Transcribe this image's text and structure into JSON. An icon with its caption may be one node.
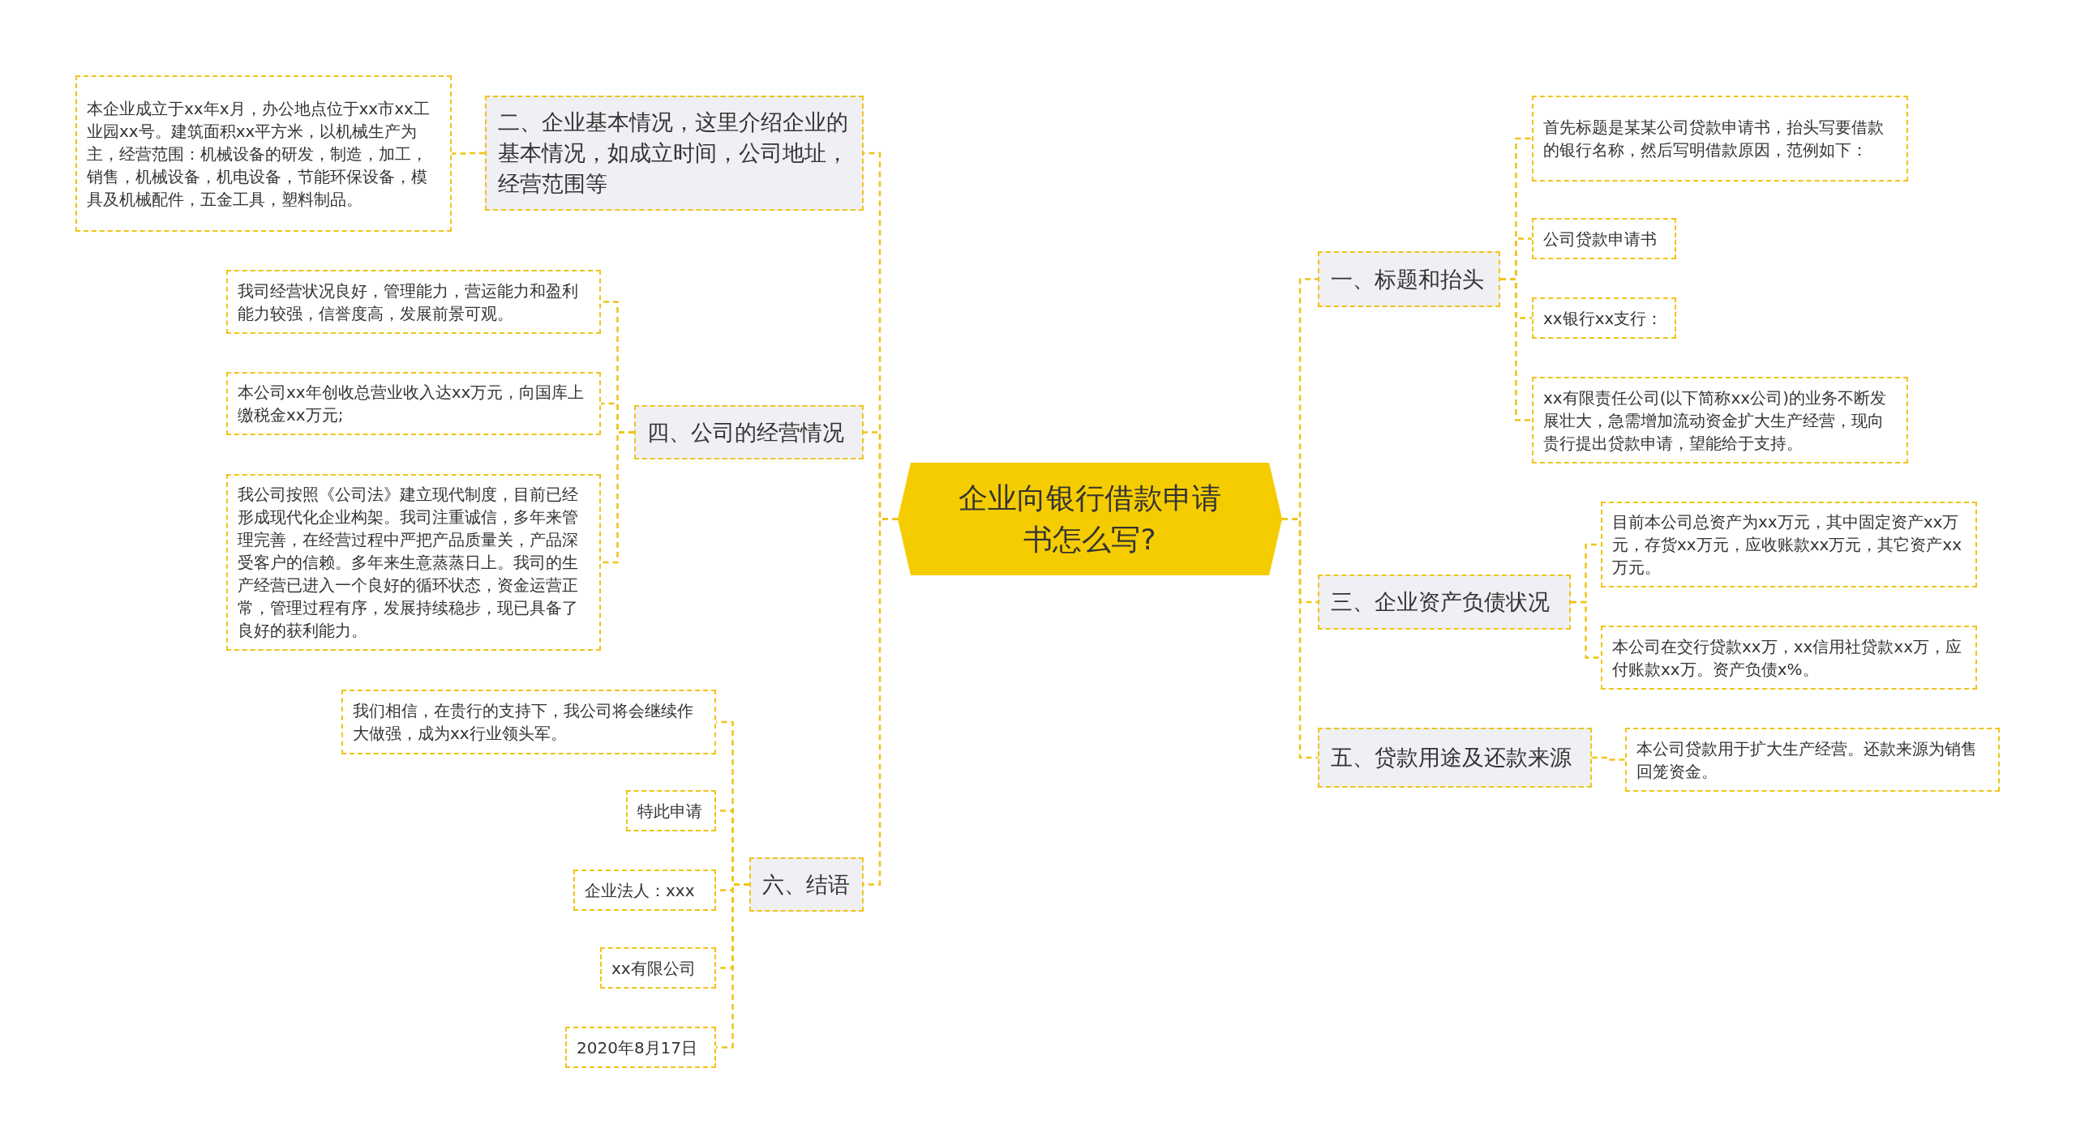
{
  "diagram": {
    "nodes": [
      {
        "text": [
          "企业向银行借款申请书怎么写?"
        ]
      },
      {
        "text": [
          "一、标题和抬头"
        ]
      },
      {
        "text": [
          "首先标题是某某公司贷款申请书，抬头写要借款的银行名称，然后写明借款原因，范例如下："
        ]
      },
      {
        "text": [
          "公司贷款申请书"
        ]
      },
      {
        "text": [
          "xx银行xx支行："
        ]
      },
      {
        "text": [
          "xx有限责任公司(以下简称xx公司)的业务不断发展壮大，急需增加流动资金扩大生产经营，现向贵行提出贷款申请，望能给于支持。"
        ]
      },
      {
        "text": [
          "二、企业基本情况，这里介绍企业的基本情况，如成立时间，公司地址，经营范围等"
        ]
      },
      {
        "text": [
          "本企业成立于xx年x月，办公地点位于xx市xx工业园xx号。建筑面积xx平方米，以机械生产为主，经营范围：机械设备的研发，制造，加工，销售，机械设备，机电设备，节能环保设备，模具及机械配件，五金工具，塑料制品。"
        ]
      },
      {
        "text": [
          "三、企业资产负债状况"
        ]
      },
      {
        "text": [
          "目前本公司总资产为xx万元，其中固定资产xx万元，存货xx万元，应收账款xx万元，其它资产xx万元。"
        ]
      },
      {
        "text": [
          "本公司在交行贷款xx万，xx信用社贷款xx万，应付账款xx万。资产负债x%。"
        ]
      },
      {
        "text": [
          "四、公司的经营情况"
        ]
      },
      {
        "text": [
          "我司经营状况良好，管理能力，营运能力和盈利能力较强，信誉度高，发展前景可观。"
        ]
      },
      {
        "text": [
          "本公司xx年创收总营业收入达xx万元，向国库上缴税金xx万元;"
        ]
      },
      {
        "text": [
          "我公司按照《公司法》建立现代制度，目前已经形成现代化企业构架。我司注重诚信，多年来管理完善，在经营过程中严把产品质量关，产品深受客户的信赖。多年来生意蒸蒸日上。我司的生产经营已进入一个良好的循环状态，资金运营正常，管理过程有序，发展持续稳步，现已具备了良好的获利能力。"
        ]
      },
      {
        "text": [
          "五、贷款用途及还款来源"
        ]
      },
      {
        "text": [
          "本公司贷款用于扩大生产经营。还款来源为销售回笼资金。"
        ]
      },
      {
        "text": [
          "六、结语"
        ]
      },
      {
        "text": [
          "我们相信，在贵行的支持下，我公司将会继续作大做强，成为xx行业领头军。"
        ]
      },
      {
        "text": [
          "特此申请"
        ]
      },
      {
        "text": [
          "企业法人：xxx"
        ]
      },
      {
        "text": [
          "xx有限公司"
        ]
      },
      {
        "text": [
          "2020年8月17日"
        ]
      }
    ],
    "edges": [
      {
        "from": 0,
        "to": 1,
        "arrow": "none"
      },
      {
        "from": 1,
        "to": 2,
        "arrow": "none"
      },
      {
        "from": 1,
        "to": 3,
        "arrow": "none"
      },
      {
        "from": 1,
        "to": 4,
        "arrow": "none"
      },
      {
        "from": 1,
        "to": 5,
        "arrow": "none"
      },
      {
        "from": 0,
        "to": 6,
        "arrow": "none"
      },
      {
        "from": 6,
        "to": 7,
        "arrow": "none"
      },
      {
        "from": 0,
        "to": 8,
        "arrow": "none"
      },
      {
        "from": 8,
        "to": 9,
        "arrow": "none"
      },
      {
        "from": 8,
        "to": 10,
        "arrow": "none"
      },
      {
        "from": 0,
        "to": 11,
        "arrow": "none"
      },
      {
        "from": 11,
        "to": 12,
        "arrow": "none"
      },
      {
        "from": 11,
        "to": 13,
        "arrow": "none"
      },
      {
        "from": 11,
        "to": 14,
        "arrow": "none"
      },
      {
        "from": 0,
        "to": 15,
        "arrow": "none"
      },
      {
        "from": 15,
        "to": 16,
        "arrow": "none"
      },
      {
        "from": 0,
        "to": 17,
        "arrow": "none"
      },
      {
        "from": 17,
        "to": 18,
        "arrow": "none"
      },
      {
        "from": 17,
        "to": 19,
        "arrow": "none"
      },
      {
        "from": 17,
        "to": 20,
        "arrow": "none"
      },
      {
        "from": 17,
        "to": 21,
        "arrow": "none"
      },
      {
        "from": 17,
        "to": 22,
        "arrow": "none"
      }
    ]
  }
}
